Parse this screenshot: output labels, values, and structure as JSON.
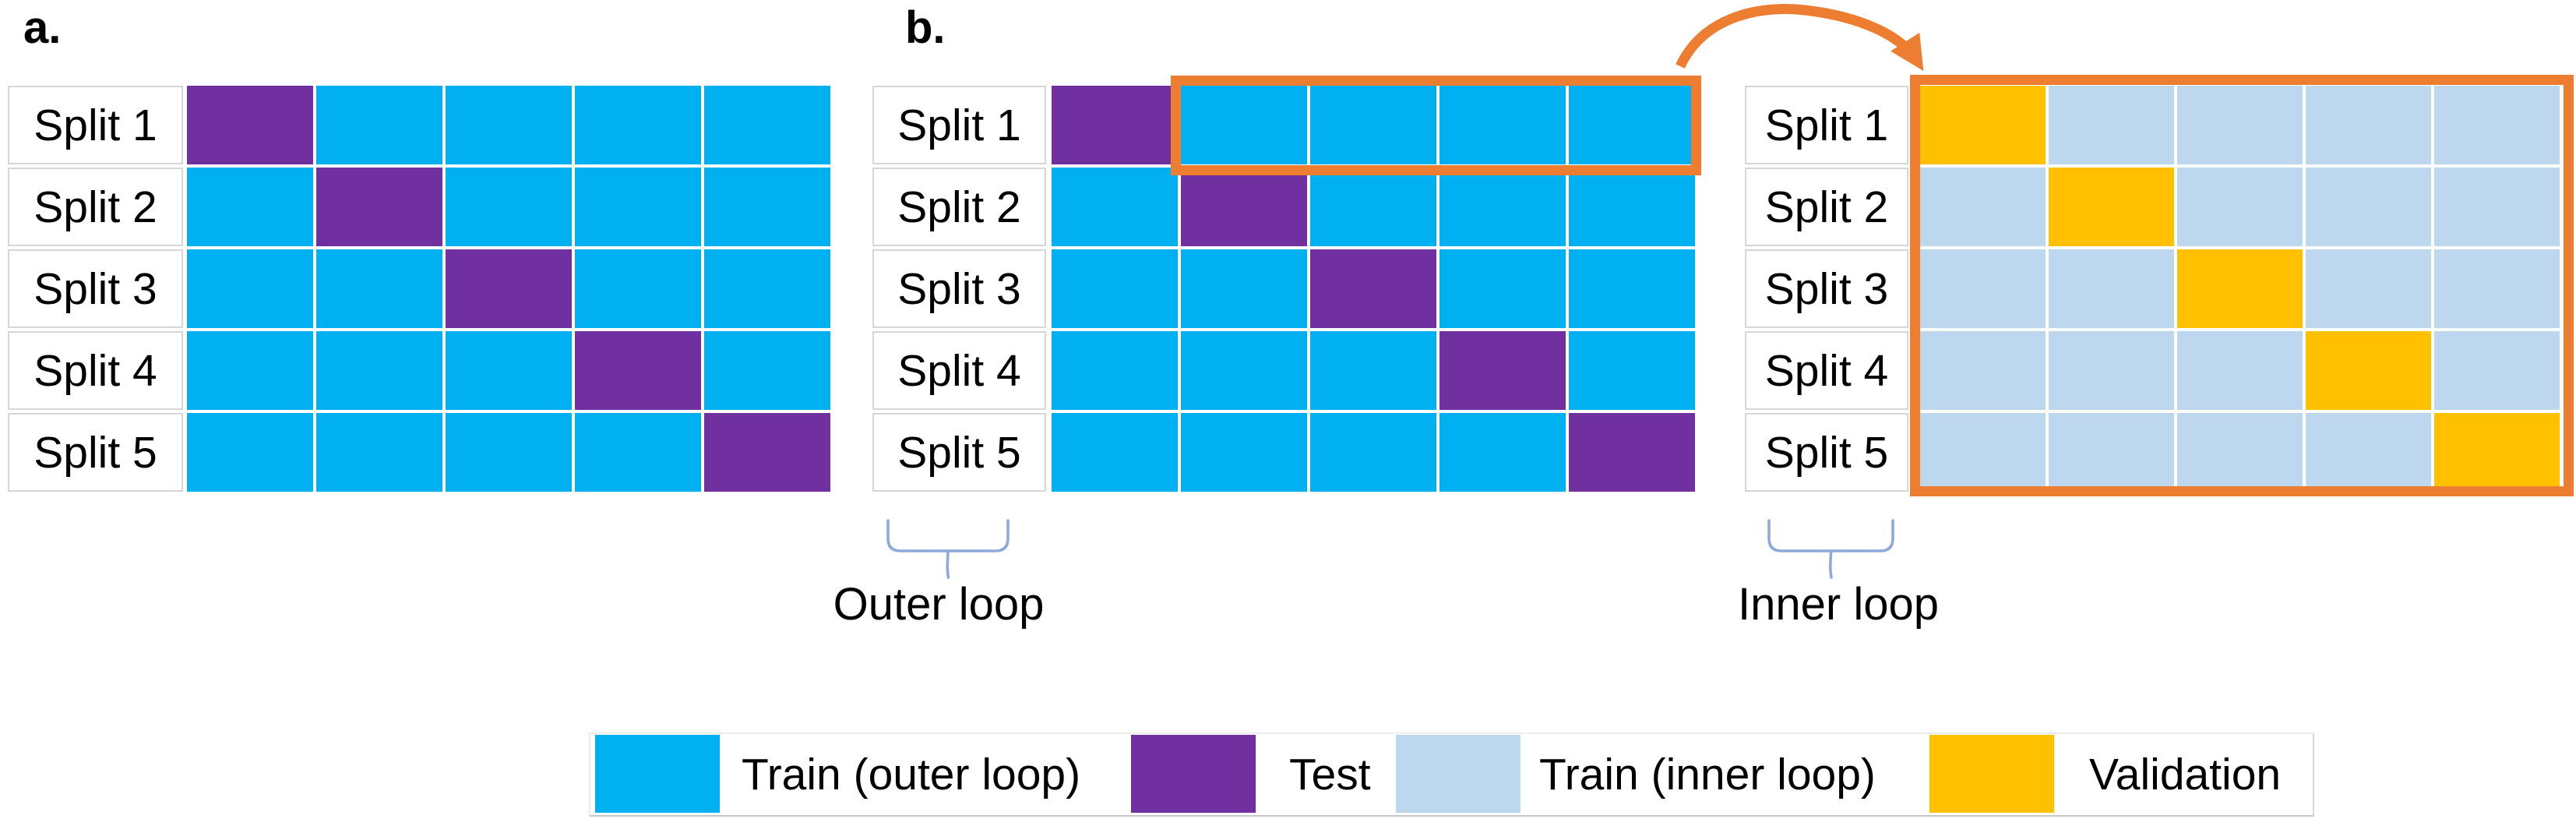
{
  "figure": {
    "panels": [
      {
        "id": "panel_a",
        "tag": "a.",
        "row_labels": [
          "Split 1",
          "Split 2",
          "Split 3",
          "Split 4",
          "Split 5"
        ],
        "cells": [
          [
            "test",
            "train_outer",
            "train_outer",
            "train_outer",
            "train_outer"
          ],
          [
            "train_outer",
            "test",
            "train_outer",
            "train_outer",
            "train_outer"
          ],
          [
            "train_outer",
            "train_outer",
            "test",
            "train_outer",
            "train_outer"
          ],
          [
            "train_outer",
            "train_outer",
            "train_outer",
            "test",
            "train_outer"
          ],
          [
            "train_outer",
            "train_outer",
            "train_outer",
            "train_outer",
            "test"
          ]
        ]
      },
      {
        "id": "panel_b",
        "tag": "b.",
        "row_labels": [
          "Split 1",
          "Split 2",
          "Split 3",
          "Split 4",
          "Split 5"
        ],
        "cells": [
          [
            "test",
            "train_outer",
            "train_outer",
            "train_outer",
            "train_outer"
          ],
          [
            "train_outer",
            "test",
            "train_outer",
            "train_outer",
            "train_outer"
          ],
          [
            "train_outer",
            "train_outer",
            "test",
            "train_outer",
            "train_outer"
          ],
          [
            "train_outer",
            "train_outer",
            "train_outer",
            "test",
            "train_outer"
          ],
          [
            "train_outer",
            "train_outer",
            "train_outer",
            "train_outer",
            "test"
          ]
        ]
      },
      {
        "id": "panel_inner",
        "tag": "",
        "row_labels": [
          "Split 1",
          "Split 2",
          "Split 3",
          "Split 4",
          "Split 5"
        ],
        "cells": [
          [
            "validation",
            "train_inner",
            "train_inner",
            "train_inner",
            "train_inner"
          ],
          [
            "train_inner",
            "validation",
            "train_inner",
            "train_inner",
            "train_inner"
          ],
          [
            "train_inner",
            "train_inner",
            "validation",
            "train_inner",
            "train_inner"
          ],
          [
            "train_inner",
            "train_inner",
            "train_inner",
            "validation",
            "train_inner"
          ],
          [
            "train_inner",
            "train_inner",
            "train_inner",
            "train_inner",
            "validation"
          ]
        ]
      }
    ],
    "annotations": {
      "outer_loop": "Outer loop",
      "inner_loop": "Inner loop"
    },
    "legend": [
      {
        "label": "Train (outer loop)",
        "color_key": "train_outer"
      },
      {
        "label": "Test",
        "color_key": "test"
      },
      {
        "label": "Train (inner loop)",
        "color_key": "train_inner"
      },
      {
        "label": "Validation",
        "color_key": "validation"
      }
    ],
    "colors": {
      "train_outer": "#00B0F0",
      "test": "#7030A0",
      "train_inner": "#BDD7EE",
      "validation": "#FFC000",
      "highlight": "#ED7D31",
      "brace": "#8EAADB"
    }
  }
}
